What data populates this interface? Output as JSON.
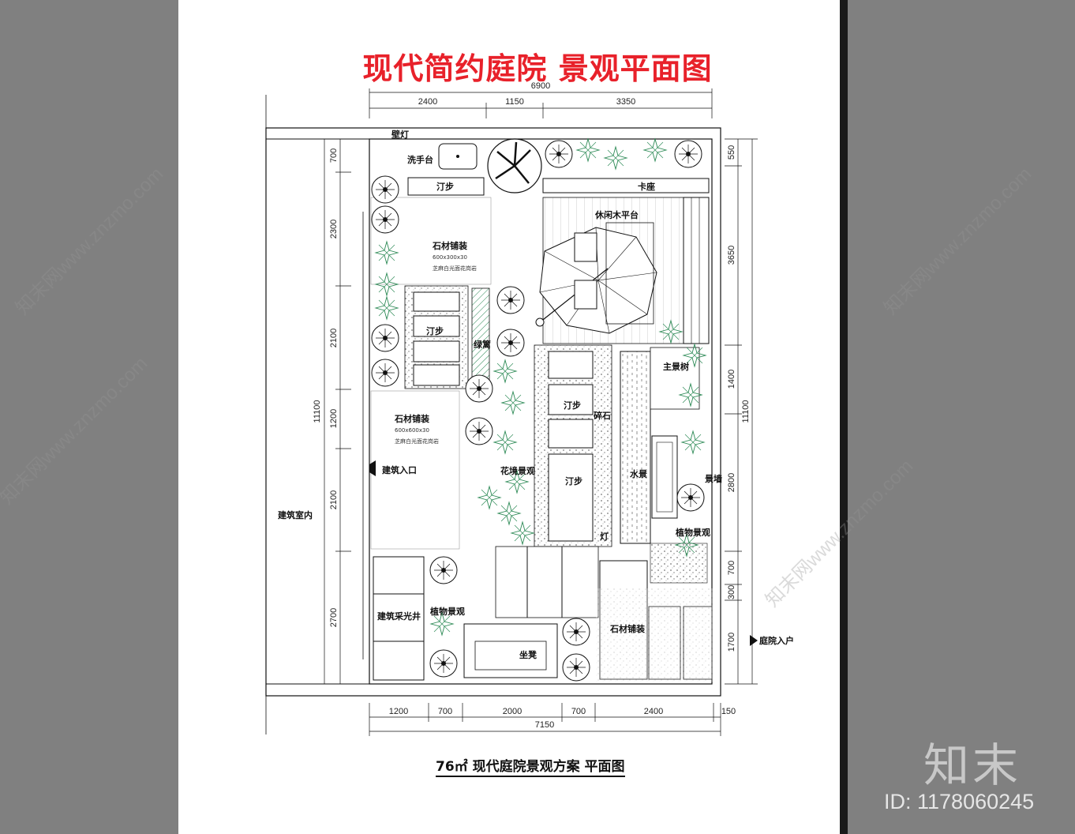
{
  "title": "现代简约庭院 景观平面图",
  "caption": "76㎡ 现代庭院景观方案 平面图",
  "brand": "知末",
  "image_id": "ID: 1178060245",
  "watermark": "知末网www.znzmo.com",
  "labels": {
    "wall_lamp": "壁灯",
    "wash_basin": "洗手台",
    "stepping_stone_1": "汀步",
    "booth": "卡座",
    "leisure_deck": "休闲木平台",
    "stone_paving_1": "石材铺装",
    "stone_paving_1_spec": "600x300x30",
    "stone_paving_1_note": "芝麻白光面花岗岩",
    "stepping_stone_2": "汀步",
    "green_strip": "绿篱",
    "main_tree": "主景树",
    "stone_paving_2": "石材铺装",
    "stone_paving_2_spec": "600x600x30",
    "stone_paving_2_note": "芝麻白光面花岗岩",
    "stepping_stone_3": "汀步",
    "gravel": "碎石",
    "building_entry": "建筑入口",
    "flower_bed": "花境景观",
    "stepping_stone_4": "汀步",
    "water_feature": "水景",
    "feature_wall": "景墙",
    "building_interior": "建筑室内",
    "lamp": "灯",
    "plant_landscape_1": "植物景观",
    "lightwell": "建筑采光井",
    "plant_landscape_2": "植物景观",
    "bench": "坐凳",
    "stone_paving_3": "石材铺装",
    "garden_entry": "庭院入户"
  },
  "dims_top": {
    "total": "6900",
    "a": "2400",
    "b": "1150",
    "c": "3350"
  },
  "dims_bottom": {
    "total": "7150",
    "a": "1200",
    "b": "700",
    "c": "2000",
    "d": "700",
    "e": "2400",
    "f": "150"
  },
  "dims_left": {
    "total": "11100",
    "a": "700",
    "b": "2300",
    "c": "2100",
    "d": "1200",
    "e": "2100",
    "f": "2700"
  },
  "dims_right": {
    "total": "11100",
    "a": "550",
    "b": "3650",
    "c": "1400",
    "d": "2800",
    "e": "700",
    "f": "300",
    "g": "1700"
  },
  "colors": {
    "title": "#e8212a",
    "plants": "#2e8b57",
    "background": "#808080"
  }
}
